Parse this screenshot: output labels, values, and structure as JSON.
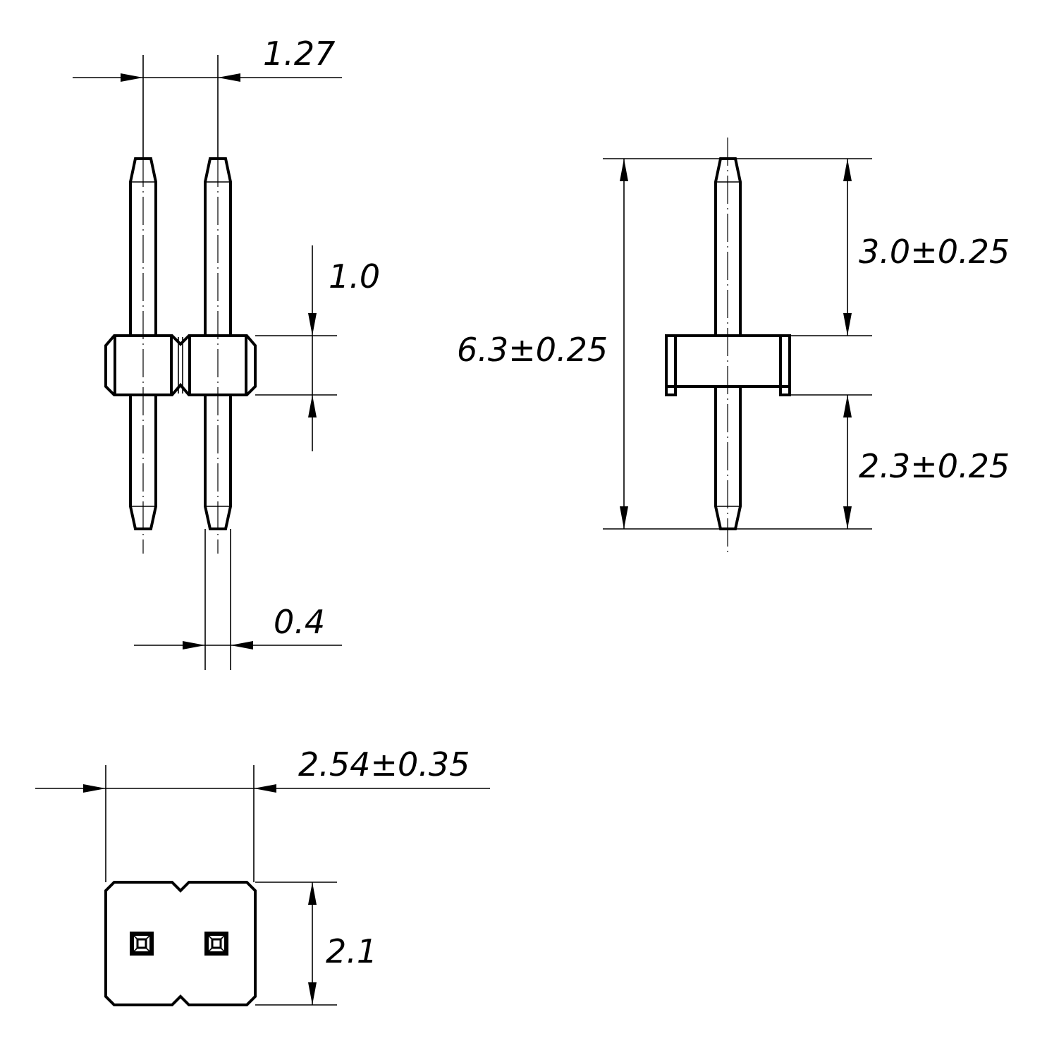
{
  "dimensions": {
    "pitch": "1.27",
    "housing_height_front": "1.0",
    "pin_width": "0.4",
    "overall_length": "6.3±0.25",
    "upper_pin_length": "3.0±0.25",
    "lower_pin_length": "2.3±0.25",
    "housing_length": "2.54±0.35",
    "housing_width": "2.1"
  }
}
